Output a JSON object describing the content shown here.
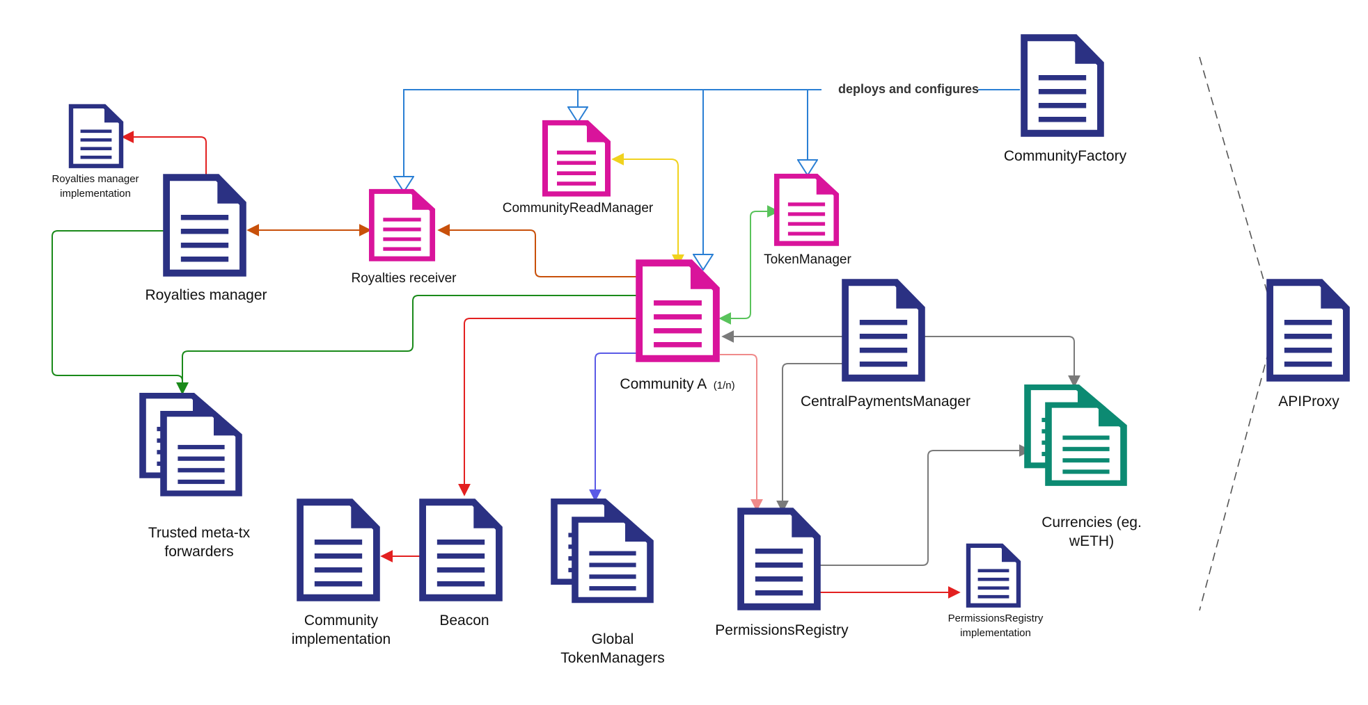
{
  "colors": {
    "navy": "#2b3183",
    "magenta": "#d9149b",
    "teal": "#0c8a72",
    "blue": "#2a7fd4",
    "orange": "#c8500a",
    "red": "#e32020",
    "yellow": "#f0d21e",
    "green": "#59c35b",
    "darkgreen": "#1a8a1a",
    "gray": "#7a7a7a",
    "purple": "#5a5ae6",
    "pink": "#f08a8a"
  },
  "nodes": {
    "community_factory": "CommunityFactory",
    "community_read_manager": "CommunityReadManager",
    "royalties_manager_impl": [
      "Royalties manager",
      "implementation"
    ],
    "royalties_manager": "Royalties manager",
    "royalties_receiver": "Royalties receiver",
    "token_manager": "TokenManager",
    "community_a": "Community A",
    "community_a_suffix": "(1/n)",
    "central_payments_manager": "CentralPaymentsManager",
    "apiproxy": "APIProxy",
    "trusted_forwarders": [
      "Trusted meta-tx",
      "forwarders"
    ],
    "community_implementation": [
      "Community",
      "implementation"
    ],
    "beacon": "Beacon",
    "global_token_managers": [
      "Global",
      "TokenManagers"
    ],
    "permissions_registry": "PermissionsRegistry",
    "permissions_registry_impl": [
      "PermissionsRegistry",
      "implementation"
    ],
    "currencies": [
      "Currencies (eg.",
      "wETH)"
    ]
  },
  "edges": {
    "deploys_label": "deploys and configures"
  }
}
